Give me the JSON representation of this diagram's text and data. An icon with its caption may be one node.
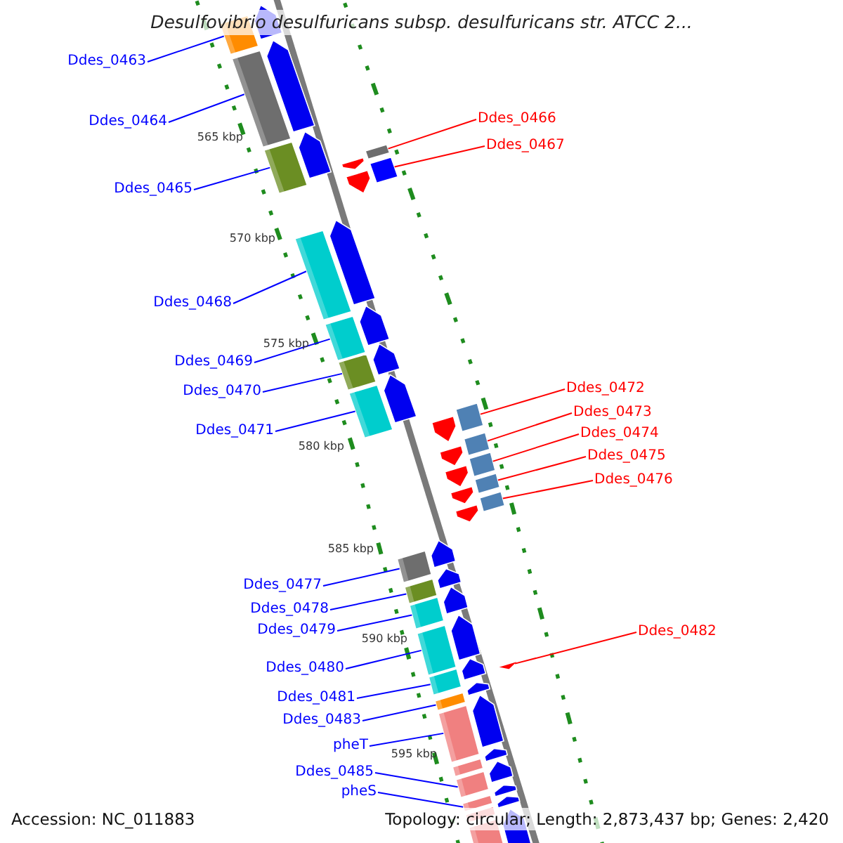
{
  "diagram": {
    "title": "Desulfovibrio desulfuricans subsp. desulfuricans str. ATCC 2...",
    "nodes": [
      {
        "text": [
          "Ddes_0463"
        ]
      },
      {
        "text": [
          "Ddes_0466"
        ]
      },
      {
        "text": [
          "Ddes_0464"
        ]
      },
      {
        "text": [
          "Ddes_0467"
        ]
      },
      {
        "text": [
          "Ddes_0465"
        ]
      },
      {
        "text": [
          "Ddes_0468"
        ]
      },
      {
        "text": [
          "Ddes_0469"
        ]
      },
      {
        "text": [
          "Ddes_0472"
        ]
      },
      {
        "text": [
          "Ddes_0470"
        ]
      },
      {
        "text": [
          "Ddes_0473"
        ]
      },
      {
        "text": [
          "Ddes_0471"
        ]
      },
      {
        "text": [
          "Ddes_0474"
        ]
      },
      {
        "text": [
          "Ddes_0475"
        ]
      },
      {
        "text": [
          "Ddes_0476"
        ]
      },
      {
        "text": [
          "Ddes_0477"
        ]
      },
      {
        "text": [
          "Ddes_0478"
        ]
      },
      {
        "text": [
          "Ddes_0482"
        ]
      },
      {
        "text": [
          "Ddes_0479"
        ]
      },
      {
        "text": [
          "Ddes_0480"
        ]
      },
      {
        "text": [
          "Ddes_0481"
        ]
      },
      {
        "text": [
          "Ddes_0483"
        ]
      },
      {
        "text": [
          "pheT"
        ]
      },
      {
        "text": [
          "Ddes_0485"
        ]
      },
      {
        "text": [
          "pheS"
        ]
      },
      {
        "text": [],
        "shape": "bar"
      },
      {
        "text": [],
        "shape": "bar"
      },
      {
        "text": [],
        "shape": "bar"
      },
      {
        "text": [],
        "shape": "bar"
      },
      {
        "text": [],
        "shape": "bar"
      },
      {
        "text": [],
        "shape": "bar"
      },
      {
        "text": [],
        "shape": "bar"
      },
      {
        "text": [],
        "shape": "bar"
      },
      {
        "text": [],
        "shape": "bar"
      },
      {
        "text": [],
        "shape": "bar"
      },
      {
        "text": [],
        "shape": "bar"
      },
      {
        "text": [],
        "shape": "bar"
      },
      {
        "text": [],
        "shape": "bar"
      },
      {
        "text": [],
        "shape": "bar"
      },
      {
        "text": [],
        "shape": "bar"
      },
      {
        "text": [],
        "shape": "bar"
      },
      {
        "text": [],
        "shape": "bar"
      },
      {
        "text": [],
        "shape": "bar"
      },
      {
        "text": [],
        "shape": "bar"
      },
      {
        "text": [],
        "shape": "bar"
      },
      {
        "text": [],
        "shape": "bar"
      },
      {
        "text": [],
        "shape": "bar"
      },
      {
        "text": [],
        "shape": "bar"
      },
      {
        "text": [],
        "shape": "bar"
      },
      {
        "text": [],
        "shape": "bar"
      },
      {
        "text": [],
        "shape": "bar"
      },
      {
        "text": [],
        "shape": "bar"
      }
    ],
    "edges": [
      {
        "from": 0,
        "to": 24,
        "arrow": "none"
      },
      {
        "from": 1,
        "to": 27,
        "arrow": "none",
        "color": "#ff0000"
      },
      {
        "from": 2,
        "to": 25,
        "arrow": "none"
      },
      {
        "from": 3,
        "to": 28,
        "arrow": "none",
        "color": "#ff0000"
      },
      {
        "from": 4,
        "to": 26,
        "arrow": "none"
      },
      {
        "from": 5,
        "to": 29,
        "arrow": "none"
      },
      {
        "from": 6,
        "to": 30,
        "arrow": "none"
      },
      {
        "from": 7,
        "to": 33,
        "arrow": "none",
        "color": "#ff0000"
      },
      {
        "from": 8,
        "to": 31,
        "arrow": "none"
      },
      {
        "from": 9,
        "to": 34,
        "arrow": "none",
        "color": "#ff0000"
      },
      {
        "from": 10,
        "to": 32,
        "arrow": "none"
      },
      {
        "from": 11,
        "to": 35,
        "arrow": "none",
        "color": "#ff0000"
      },
      {
        "from": 12,
        "to": 36,
        "arrow": "none",
        "color": "#ff0000"
      },
      {
        "from": 13,
        "to": 37,
        "arrow": "none",
        "color": "#ff0000"
      },
      {
        "from": 14,
        "to": 38,
        "arrow": "none"
      },
      {
        "from": 15,
        "to": 39,
        "arrow": "none"
      },
      {
        "from": 16,
        "to": 43,
        "arrow": "none",
        "color": "#ff0000"
      },
      {
        "from": 17,
        "to": 40,
        "arrow": "none"
      },
      {
        "from": 18,
        "to": 41,
        "arrow": "none"
      },
      {
        "from": 19,
        "to": 42,
        "arrow": "none"
      },
      {
        "from": 20,
        "to": 44,
        "arrow": "none"
      },
      {
        "from": 21,
        "to": 45,
        "arrow": "none"
      },
      {
        "from": 22,
        "to": 47,
        "arrow": "none"
      },
      {
        "from": 23,
        "to": 48,
        "arrow": "none"
      }
    ],
    "labels": [
      "565 kbp",
      "570 kbp",
      "575 kbp",
      "580 kbp",
      "585 kbp",
      "590 kbp",
      "595 kbp",
      "Accession: NC_011883",
      "Topology: circular; Length: 2,873,437 bp; Genes: 2,420"
    ]
  }
}
